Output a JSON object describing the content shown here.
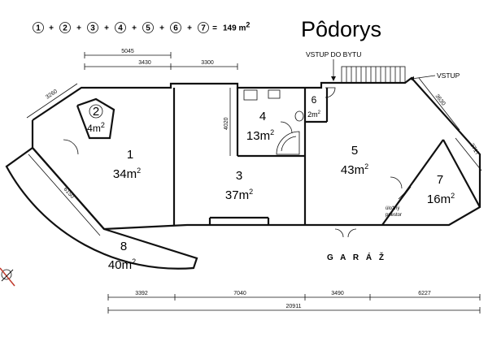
{
  "title": "Pôdorys",
  "formula": {
    "circles": [
      "1",
      "2",
      "3",
      "4",
      "5",
      "6",
      "7"
    ],
    "operator": "+",
    "equals": "=",
    "total": "149 m",
    "total_sup": "2"
  },
  "rooms": [
    {
      "id": "1",
      "area": "34m",
      "sup": "2"
    },
    {
      "id": "2",
      "area": "4m",
      "sup": "2"
    },
    {
      "id": "3",
      "area": "37m",
      "sup": "2"
    },
    {
      "id": "4",
      "area": "13m",
      "sup": "2"
    },
    {
      "id": "5",
      "area": "43m",
      "sup": "2"
    },
    {
      "id": "6",
      "area": "2m",
      "sup": "2"
    },
    {
      "id": "7",
      "area": "16m",
      "sup": "2"
    },
    {
      "id": "8",
      "area": "40m",
      "sup": "2"
    }
  ],
  "labels": {
    "vstup_do_bytu": "VSTUP DO BYTU",
    "vstup": "VSTUP",
    "garaz": "G A R Á Ž",
    "ulozny_1": "úložný",
    "ulozny_2": "priestor"
  },
  "dimensions": {
    "top_5045": "5045",
    "top_3430": "3430",
    "top_3300": "3300",
    "left_3260": "3260",
    "inner_4020": "4020",
    "diag_6150": "6150",
    "right_3630": "3630",
    "right_3717": "3717",
    "bottom_3392": "3392",
    "bottom_7040": "7040",
    "bottom_3490": "3490",
    "bottom_6227": "6227",
    "bottom_total": "20911"
  }
}
